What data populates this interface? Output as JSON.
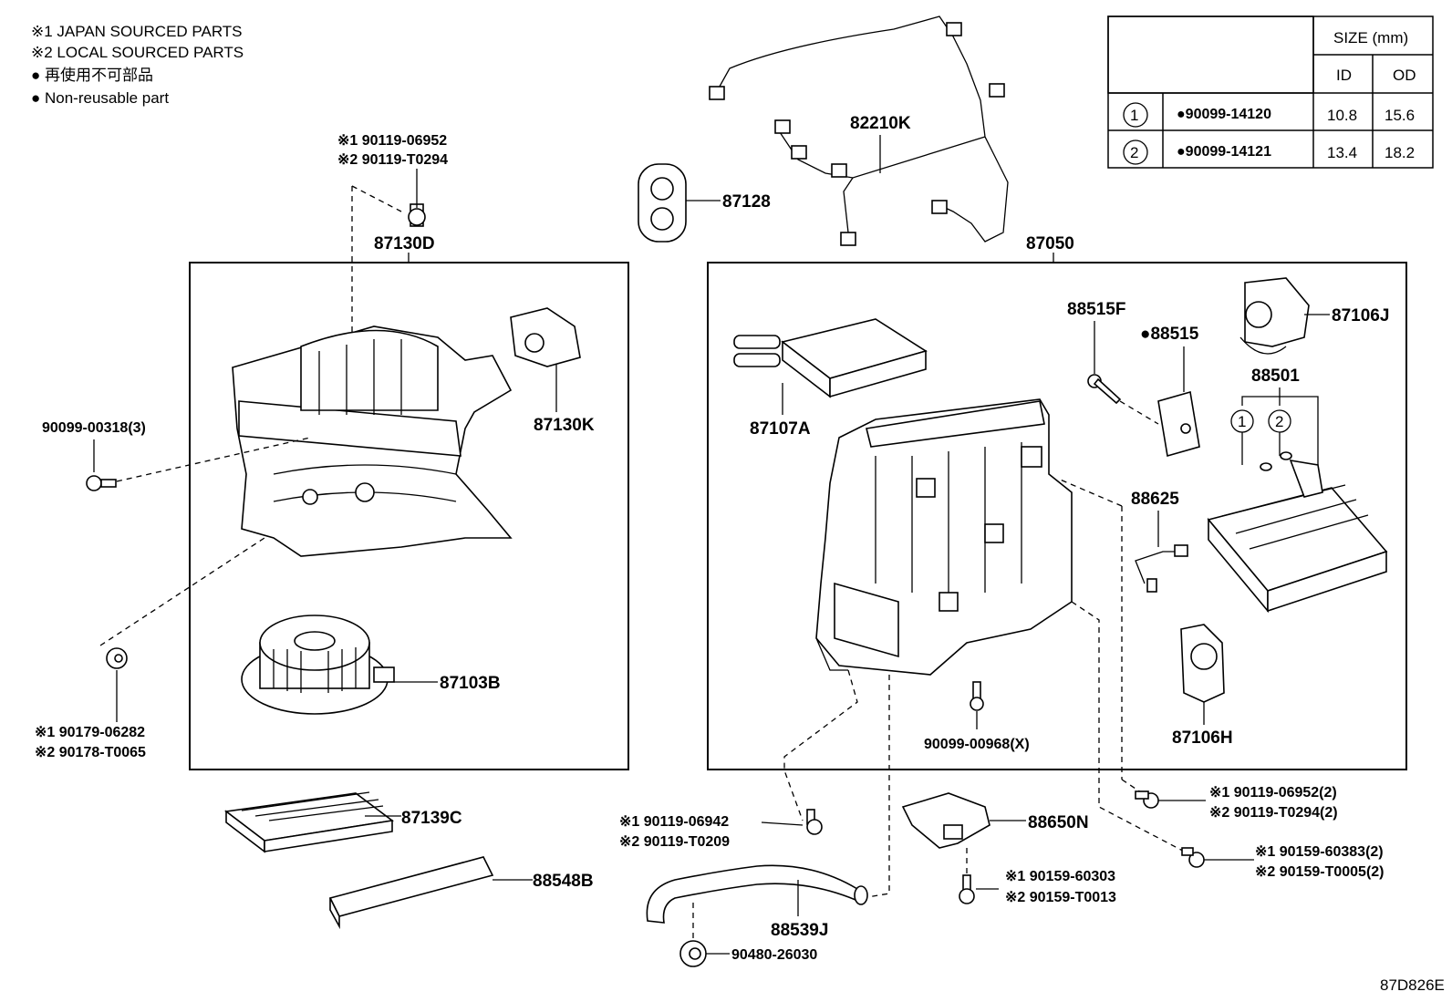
{
  "legend": {
    "japan": "※1 JAPAN SOURCED PARTS",
    "local": "※2 LOCAL SOURCED PARTS",
    "nonreusable_jp": "● 再使用不可部品",
    "nonreusable_en": "● Non-reusable part"
  },
  "size_table": {
    "title": "SIZE (mm)",
    "col_id": "ID",
    "col_od": "OD",
    "rows": [
      {
        "num": "1",
        "part": "●90099-14120",
        "id": "10.8",
        "od": "15.6"
      },
      {
        "num": "2",
        "part": "●90099-14121",
        "id": "13.4",
        "od": "18.2"
      }
    ]
  },
  "labels": {
    "p87130D": "87130D",
    "bolt_top_1": "※1 90119-06952",
    "bolt_top_2": "※2 90119-T0294",
    "p87130K": "87130K",
    "screw3": "90099-00318(3)",
    "nut_1": "※1 90179-06282",
    "nut_2": "※2 90178-T0065",
    "p87103B": "87103B",
    "p87139C": "87139C",
    "p88548B": "88548B",
    "p82210K": "82210K",
    "p87128": "87128",
    "p87050": "87050",
    "p88515F": "88515F",
    "p88515": "●88515",
    "p87106J": "87106J",
    "p88501": "88501",
    "c1": "1",
    "c2": "2",
    "p87107A": "87107A",
    "p88625": "88625",
    "p87106H": "87106H",
    "screwX": "90099-00968(X)",
    "bl_1": "※1 90119-06942",
    "bl_2": "※2 90119-T0209",
    "p88650N": "88650N",
    "sc_1": "※1 90159-60303",
    "sc_2": "※2 90159-T0013",
    "p88539J": "88539J",
    "clip": "90480-26030",
    "r1_1": "※1 90119-06952(2)",
    "r1_2": "※2 90119-T0294(2)",
    "r2_1": "※1 90159-60383(2)",
    "r2_2": "※2 90159-T0005(2)",
    "diagram_id": "87D826E"
  }
}
